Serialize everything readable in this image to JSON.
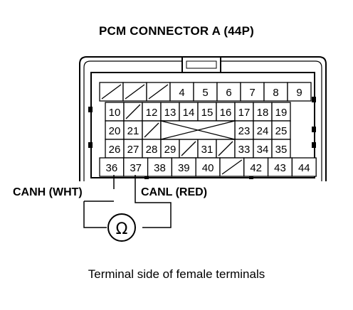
{
  "title": "PCM CONNECTOR A (44P)",
  "caption": "Terminal side of female terminals",
  "labels": {
    "canh": "CANH (WHT)",
    "canl": "CANL (RED)",
    "ohm_symbol": "Ω"
  },
  "connector": {
    "rows": [
      {
        "cells": [
          "",
          "",
          "",
          "4",
          "5",
          "6",
          "7",
          "8",
          "9"
        ]
      },
      {
        "cells": [
          "10",
          "",
          "12",
          "13",
          "14",
          "15",
          "16",
          "17",
          "18",
          "19"
        ]
      },
      {
        "cells": [
          "20",
          "21",
          "",
          "",
          "",
          "",
          "",
          "23",
          "24",
          "25"
        ]
      },
      {
        "cells": [
          "26",
          "27",
          "28",
          "29",
          "",
          "31",
          "",
          "33",
          "34",
          "35"
        ]
      },
      {
        "cells": [
          "36",
          "37",
          "38",
          "39",
          "40",
          "",
          "42",
          "43",
          "44"
        ]
      }
    ]
  },
  "icons": {
    "meter": "ohmmeter-icon"
  }
}
